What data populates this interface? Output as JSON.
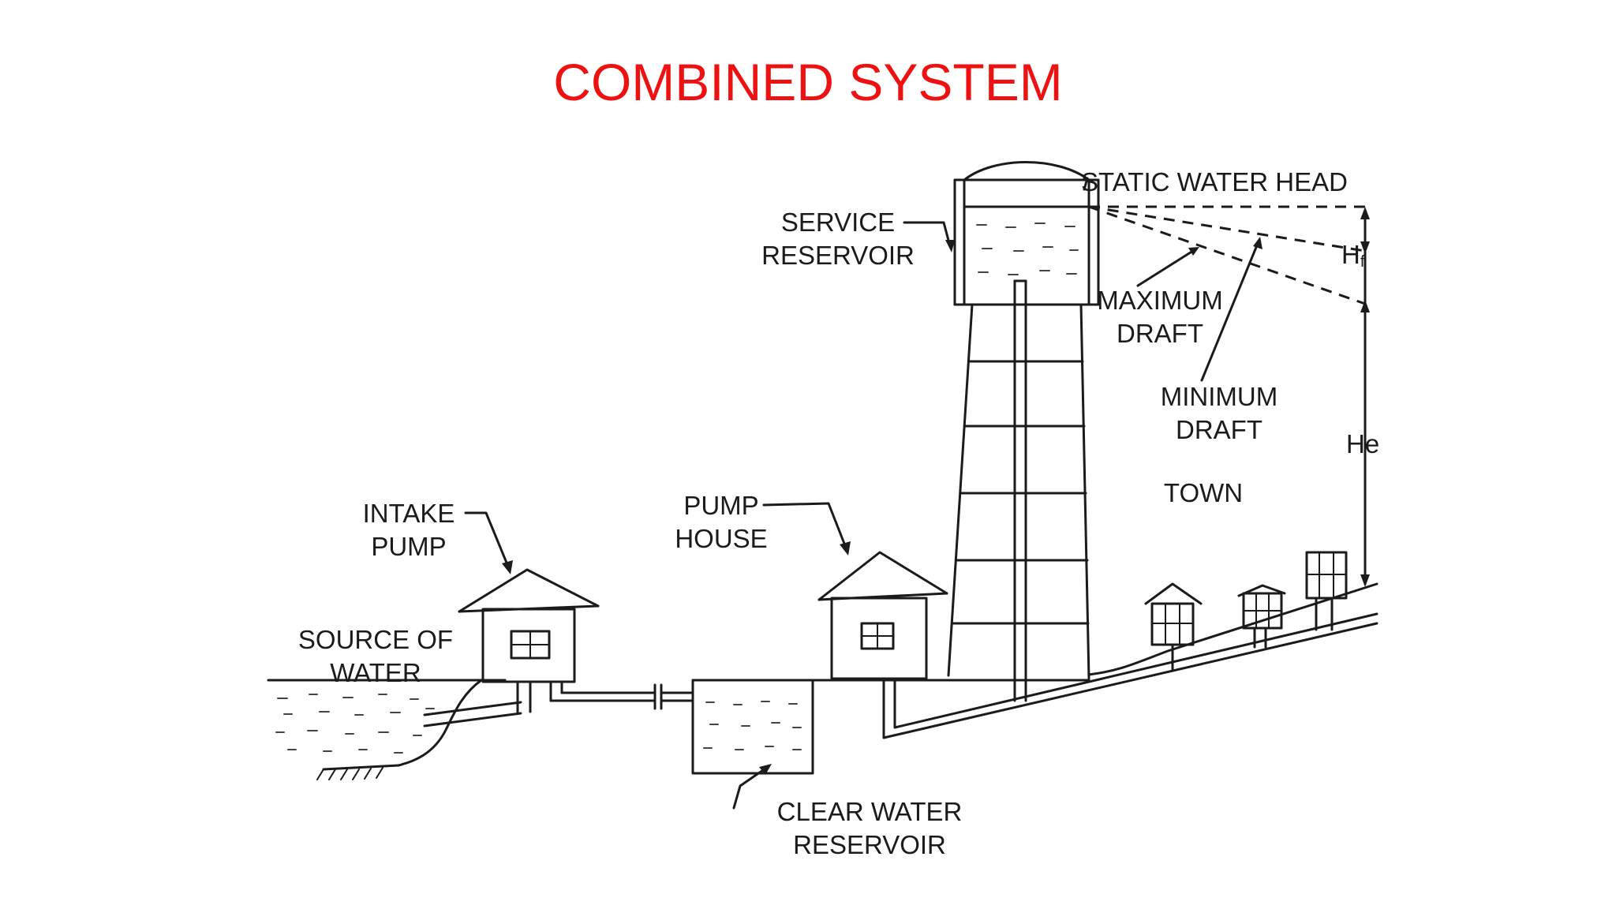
{
  "title": "COMBINED SYSTEM",
  "colors": {
    "title": "#ee1111",
    "ink": "#1b1b1b",
    "background": "#ffffff"
  },
  "labels": {
    "service_reservoir": [
      "SERVICE",
      "RESERVOIR"
    ],
    "static_water_head": "STATIC WATER HEAD",
    "hf": "H",
    "hf_sub": "f",
    "maximum_draft": [
      "MAXIMUM",
      "DRAFT"
    ],
    "minimum_draft": [
      "MINIMUM",
      "DRAFT"
    ],
    "he": "He",
    "town": "TOWN",
    "intake_pump": [
      "INTAKE",
      "PUMP"
    ],
    "pump_house": [
      "PUMP",
      "HOUSE"
    ],
    "source_of_water": [
      "SOURCE OF",
      "WATER"
    ],
    "clear_water_reservoir": [
      "CLEAR WATER",
      "RESERVOIR"
    ]
  }
}
